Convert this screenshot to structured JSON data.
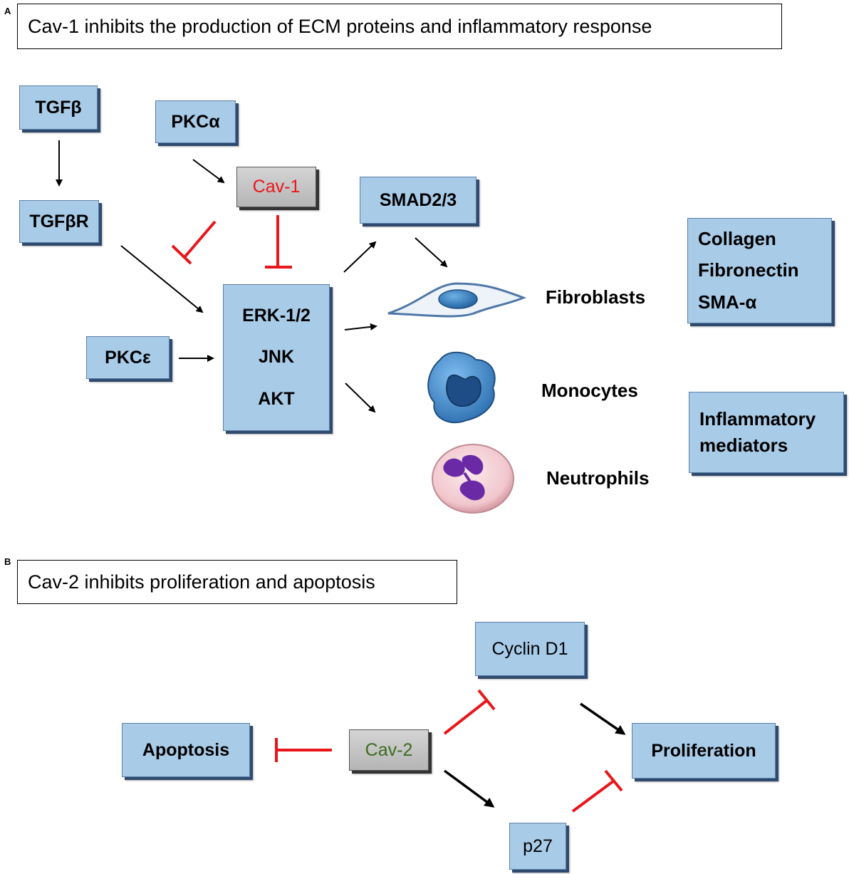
{
  "panel_a": {
    "letter": "A",
    "title": "Cav-1 inhibits the production of ECM proteins and inflammatory response",
    "nodes": {
      "tgfb": "TGFβ",
      "tgfbr": "TGFβR",
      "pkca": "PKCα",
      "cav1": "Cav-1",
      "smad": "SMAD2/3",
      "pkce": "PKCε",
      "erk": "ERK-1/2",
      "jnk": "JNK",
      "akt": "AKT",
      "collagen": "Collagen",
      "fibronectin": "Fibronectin",
      "sma": "SMA-α",
      "inflam1": "Inflammatory",
      "inflam2": "mediators"
    },
    "cells": {
      "fibroblasts": "Fibroblasts",
      "monocytes": "Monocytes",
      "neutrophils": "Neutrophils"
    }
  },
  "panel_b": {
    "letter": "B",
    "title": "Cav-2 inhibits proliferation and apoptosis",
    "nodes": {
      "cyclin": "Cyclin D1",
      "apoptosis": "Apoptosis",
      "cav2": "Cav-2",
      "proliferation": "Proliferation",
      "p27": "p27"
    }
  },
  "colors": {
    "box_fill": "#a8cbe8",
    "inhibit": "#e8161a",
    "cav1_text": "#e8161a",
    "cav2_text": "#3d6b1e"
  }
}
